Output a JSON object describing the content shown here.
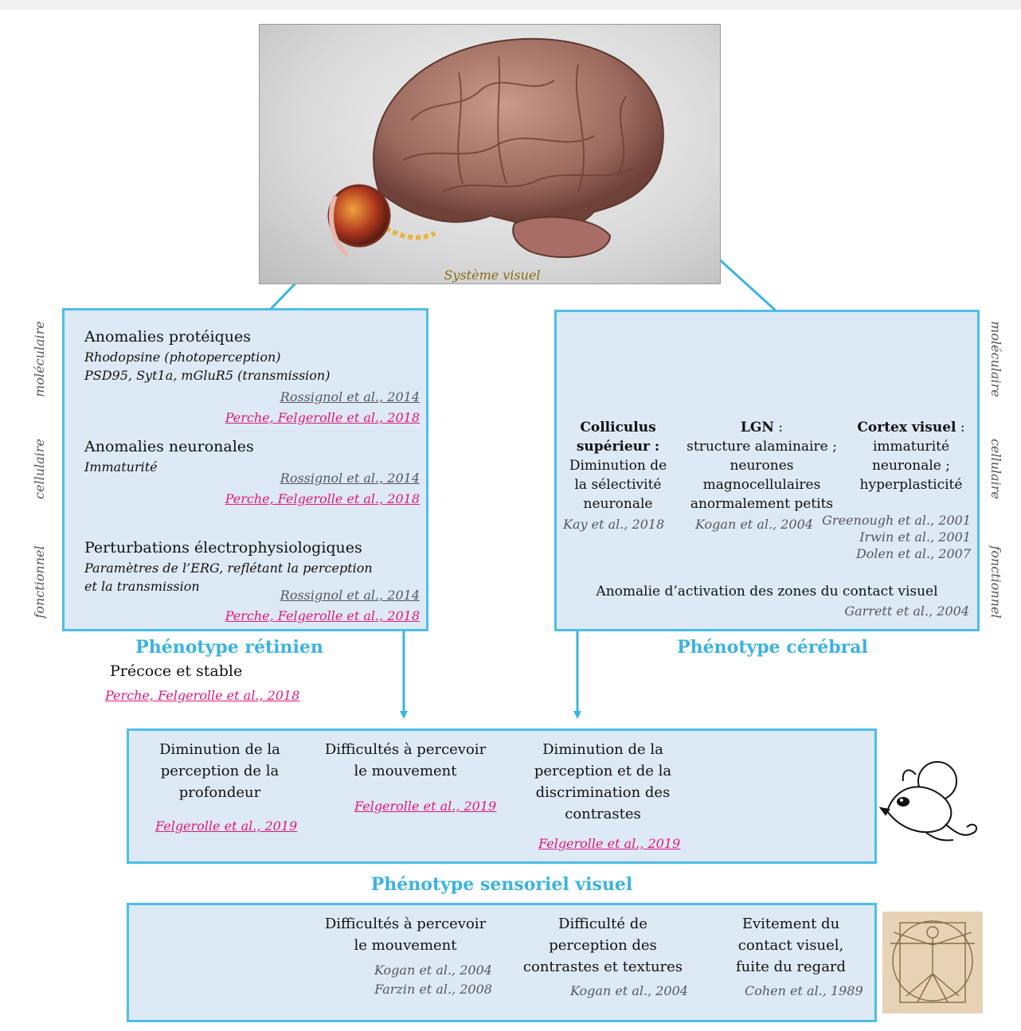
{
  "image_caption": "Système visuel",
  "axis_labels": {
    "left": [
      "moléculaire",
      "cellulaire",
      "fonctionnel"
    ],
    "right": [
      "moléculaire",
      "cellulaire",
      "fonctionnel"
    ]
  },
  "retinal_box": {
    "s1_title": "Anomalies protéiques",
    "s1_line1": "Rhodopsine (photoperception)",
    "s1_line2": "PSD95, Syt1a, mGluR5 (transmission)",
    "s1_cite1": "Rossignol et al., 2014",
    "s1_cite2": "Perche, Felgerolle et al., 2018",
    "s2_title": "Anomalies neuronales",
    "s2_line1": "Immaturité",
    "s2_cite1": "Rossignol et al., 2014",
    "s2_cite2": "Perche, Felgerolle et al., 2018",
    "s3_title": "Perturbations électrophysiologiques",
    "s3_line1": "Paramètres de l’ERG, reflétant la perception",
    "s3_line2": "et la transmission",
    "s3_cite1": "Rossignol et al., 2014",
    "s3_cite2": "Perche, Felgerolle et al., 2018"
  },
  "retinal_title": "Phénotype rétinien",
  "retinal_note": "Précoce et stable",
  "retinal_note_cite": "Perche, Felgerolle et al., 2018",
  "cerebral_box": {
    "c1_title_a": "Colliculus",
    "c1_title_b": "supérieur :",
    "c1_lines": [
      "Diminution de",
      "la sélectivité",
      "neuronale"
    ],
    "c1_cite": "Kay et al., 2018",
    "c2_title": "LGN",
    "c2_colon": " :",
    "c2_lines": [
      "structure alaminaire ;",
      "neurones",
      "magnocellulaires",
      "anormalement petits"
    ],
    "c2_cite": "Kogan et al., 2004",
    "c3_title": "Cortex visuel",
    "c3_colon": " :",
    "c3_lines": [
      "immaturité",
      "neuronale ;",
      "hyperplasticité"
    ],
    "c3_cites": [
      "Greenough et al., 2001",
      "Irwin et al., 2001",
      "Dolen et al., 2007"
    ],
    "bottom_line": "Anomalie d’activation des zones du contact visuel",
    "bottom_cite": "Garrett et al., 2004"
  },
  "cerebral_title": "Phénotype cérébral",
  "mouse_box": {
    "m1_lines": [
      "Diminution de la",
      "perception de la",
      "profondeur"
    ],
    "m1_cite": "Felgerolle et al., 2019",
    "m2_lines": [
      "Difficultés à percevoir",
      "le mouvement"
    ],
    "m2_cite": "Felgerolle et al., 2019",
    "m3_lines": [
      "Diminution de la",
      "perception et de la",
      "discrimination des",
      "contrastes"
    ],
    "m3_cite": "Felgerolle et al., 2019"
  },
  "sensory_title": "Phénotype sensoriel visuel",
  "human_box": {
    "h1_lines": [
      "Difficultés à percevoir",
      "le mouvement"
    ],
    "h1_cites": [
      "Kogan et al., 2004",
      "Farzin et al., 2008"
    ],
    "h2_lines": [
      "Difficulté de",
      "perception des",
      "contrastes et textures"
    ],
    "h2_cite": "Kogan et al., 2004",
    "h3_lines": [
      "Evitement du",
      "contact visuel,",
      "fuite du regard"
    ],
    "h3_cite": "Cohen et al., 1989"
  },
  "colors": {
    "accent_blue": "#3bb3df",
    "box_fill": "#dde9f5",
    "citation_pink": "#e0177a",
    "citation_grey": "#55575d"
  }
}
